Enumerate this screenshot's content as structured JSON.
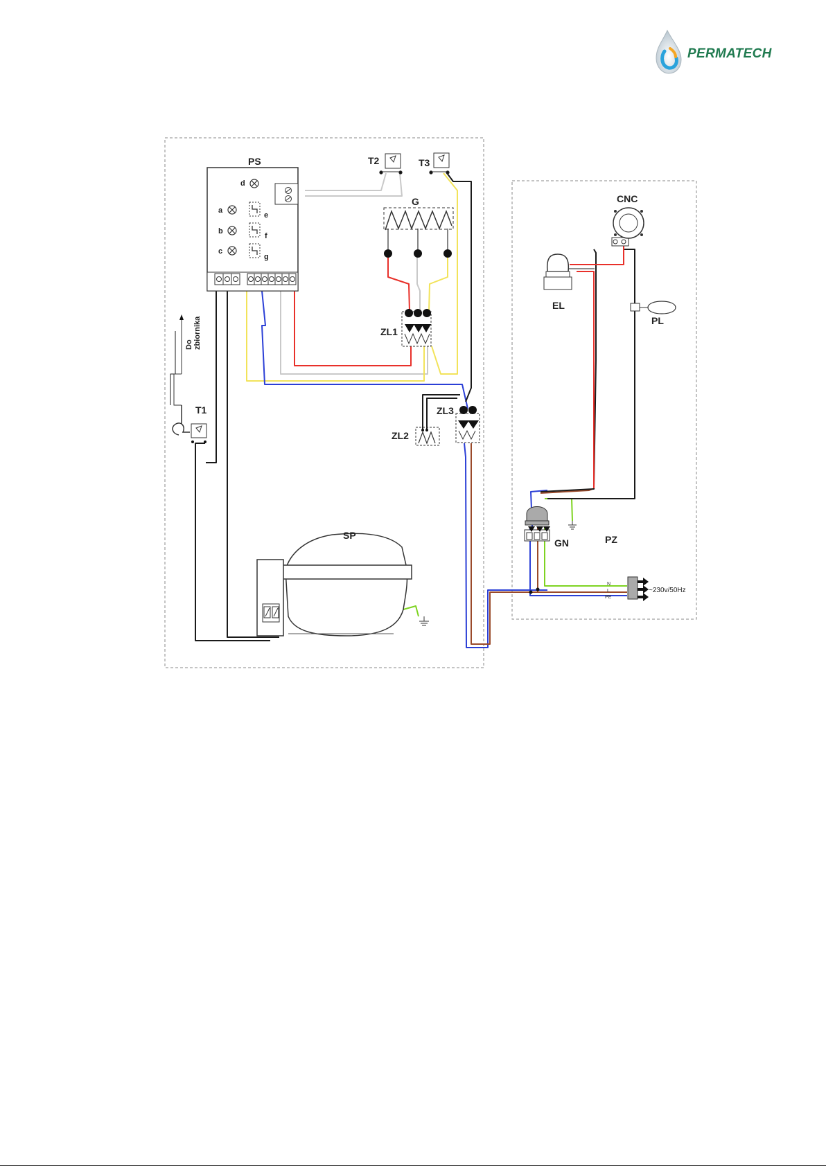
{
  "logo": {
    "text": "PERMATECH"
  },
  "labels": {
    "ps": "PS",
    "t1": "T1",
    "t2": "T2",
    "t3": "T3",
    "g": "G",
    "zl1": "ZL1",
    "zl2": "ZL2",
    "zl3": "ZL3",
    "sp": "SP",
    "cnc": "CNC",
    "el": "EL",
    "pl": "PL",
    "gn": "GN",
    "pz": "PZ",
    "mains": "~230v/50Hz",
    "n": "N",
    "l": "L",
    "pe": "PE",
    "ind_a": "a",
    "ind_b": "b",
    "ind_c": "c",
    "ind_d": "d",
    "sw_e": "e",
    "sw_f": "f",
    "sw_g": "g",
    "do": "Do",
    "zbiornika": "zbiornika"
  },
  "wire_colors": {
    "red": "#e8302a",
    "yellow": "#f2e35a",
    "blue": "#2b3fd6",
    "brown": "#9a4a2a",
    "grey": "#c9c9c9",
    "green": "#7ed321",
    "black": "#1a1a1a"
  }
}
